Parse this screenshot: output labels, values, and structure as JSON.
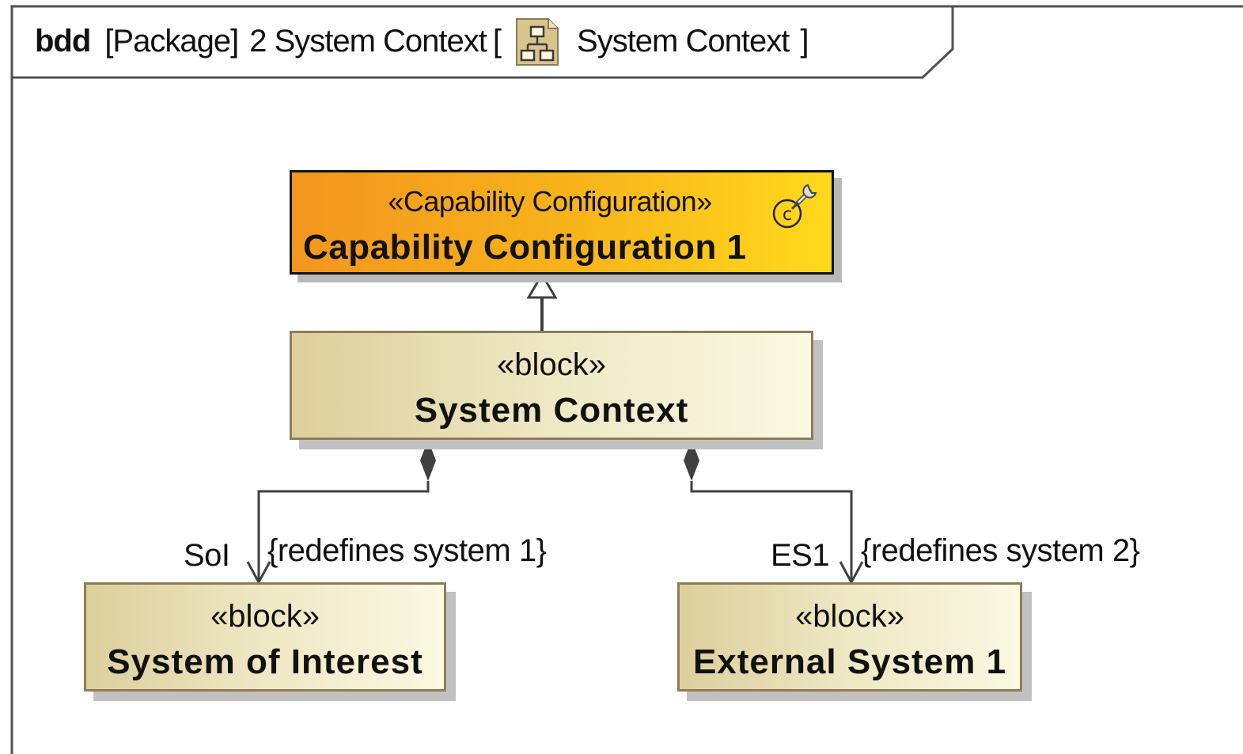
{
  "frame": {
    "kind": "bdd",
    "element_type": "[Package]",
    "name": "2 System Context",
    "open_bracket": "[",
    "diagram_ref": "System Context",
    "close_bracket": "]"
  },
  "blocks": {
    "capability": {
      "stereotype": "«Capability Configuration»",
      "name": "Capability Configuration 1",
      "icon": "capability-configuration-icon"
    },
    "system_context": {
      "stereotype": "«block»",
      "name": "System Context"
    },
    "system_of_interest": {
      "stereotype": "«block»",
      "name": "System of Interest"
    },
    "external_system": {
      "stereotype": "«block»",
      "name": "External System 1"
    }
  },
  "relations": {
    "generalization": {
      "from": "System Context",
      "to": "Capability Configuration 1",
      "kind": "generalization"
    },
    "part_soi": {
      "kind": "composition",
      "role": "SoI",
      "constraint": "{redefines system 1}"
    },
    "part_es": {
      "kind": "composition",
      "role": "ES1",
      "constraint": "{redefines system 2}"
    }
  },
  "colors": {
    "capability_gradient": [
      "#f3961e",
      "#ffd91c"
    ],
    "block_fill": [
      "#dccf9c",
      "#fbf8e3"
    ],
    "block_border": "#8f7c56",
    "line": "#404040"
  }
}
